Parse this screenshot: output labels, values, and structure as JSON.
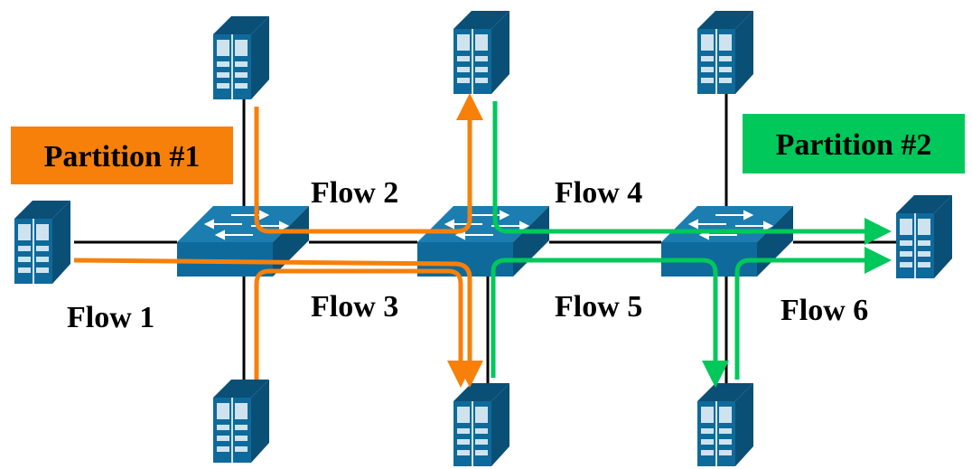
{
  "partitions": [
    {
      "label": "Partition #1",
      "color": "#f7800a"
    },
    {
      "label": "Partition #2",
      "color": "#00c85a"
    }
  ],
  "flows": [
    "Flow 1",
    "Flow 2",
    "Flow 3",
    "Flow 4",
    "Flow 5",
    "Flow 6"
  ],
  "colors": {
    "device": "#0e6a9b",
    "device_dark": "#0a4f76",
    "device_light": "#cfe3ef",
    "link": "#000000",
    "flow_orange": "#f7800a",
    "flow_green": "#00c85a"
  },
  "nodes": {
    "switches": [
      "switch-left",
      "switch-center",
      "switch-right"
    ],
    "servers": [
      "server-left",
      "server-top-left",
      "server-top-center",
      "server-top-right",
      "server-right",
      "server-bottom-left",
      "server-bottom-center",
      "server-bottom-right"
    ],
    "server_icon": "server-rack-icon",
    "switch_icon": "network-switch-icon"
  }
}
